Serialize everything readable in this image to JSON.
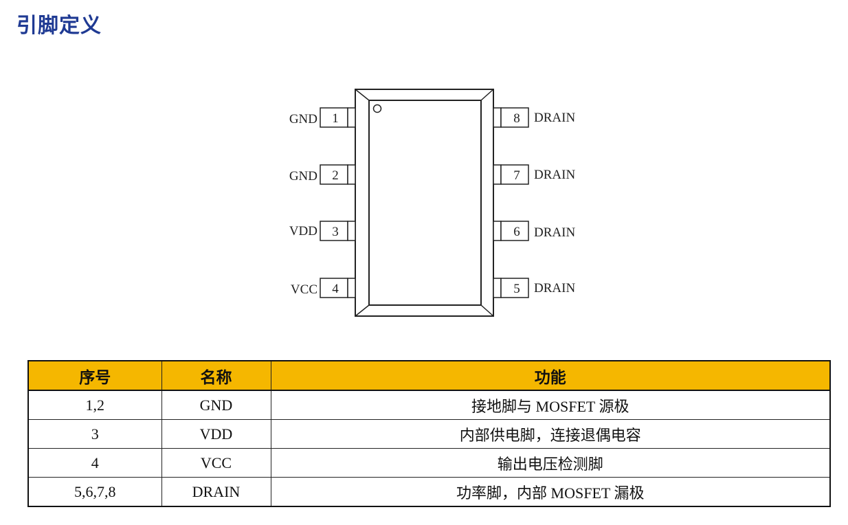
{
  "title": "引脚定义",
  "package": {
    "pins_left": [
      {
        "number": "1",
        "name": "GND"
      },
      {
        "number": "2",
        "name": "GND"
      },
      {
        "number": "3",
        "name": "VDD"
      },
      {
        "number": "4",
        "name": "VCC"
      }
    ],
    "pins_right": [
      {
        "number": "8",
        "name": "DRAIN"
      },
      {
        "number": "7",
        "name": "DRAIN"
      },
      {
        "number": "6",
        "name": "DRAIN"
      },
      {
        "number": "5",
        "name": "DRAIN"
      }
    ]
  },
  "table": {
    "headers": [
      "序号",
      "名称",
      "功能"
    ],
    "header_color": "#f5b700",
    "rows": [
      [
        "1,2",
        "GND",
        "接地脚与 MOSFET 源极"
      ],
      [
        "3",
        "VDD",
        "内部供电脚，连接退偶电容"
      ],
      [
        "4",
        "VCC",
        "输出电压检测脚"
      ],
      [
        "5,6,7,8",
        "DRAIN",
        "功率脚，内部 MOSFET 漏极"
      ]
    ]
  }
}
